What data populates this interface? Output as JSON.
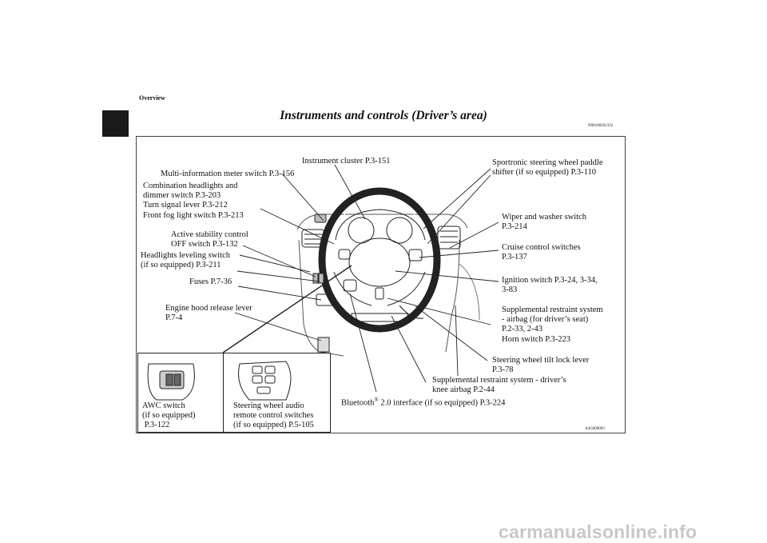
{
  "header": {
    "section": "Overview",
    "title": "Instruments and controls (Driver’s area)",
    "code": "N00100201332"
  },
  "figure": {
    "image_code": "AA5009093",
    "callouts": {
      "instrument_cluster": "Instrument cluster P.3-151",
      "multi_info_switch": "Multi-information meter switch P.3-156",
      "combination_headlights": "Combination headlights and\ndimmer switch P.3-203\nTurn signal lever P.3-212\nFront fog light switch P.3-213",
      "active_stability": "Active stability control\nOFF switch P.3-132",
      "headlights_leveling": "Headlights leveling switch\n(if so equipped) P.3-211",
      "fuses": "Fuses P.7-36",
      "hood_release": "Engine hood release lever\nP.7-4",
      "paddle_shifter": "Sportronic steering wheel paddle\nshifter (if so equipped) P.3-110",
      "wiper_washer": "Wiper and washer switch\nP.3-214",
      "cruise_control": "Cruise control switches\nP.3-137",
      "ignition_switch": "Ignition switch P.3-24, 3-34,\n3-83",
      "srs_airbag": "Supplemental restraint system\n- airbag (for driver’s seat)\nP.2-33, 2-43\nHorn switch P.3-223",
      "tilt_lock": "Steering wheel tilt lock lever\nP.3-78",
      "knee_airbag": "Supplemental restraint system - driver’s\nknee airbag P.2-44",
      "bluetooth_main": "Bluetooth",
      "bluetooth_sup": "®",
      "bluetooth_rest": " 2.0 interface (if so equipped) P.3-224",
      "awc_switch": "AWC switch\n(if so equipped)\n P.3-122",
      "audio_remote": "Steering wheel audio\nremote control switches\n(if so equipped) P.5-105"
    }
  },
  "watermark": "carmanualsonline.info"
}
